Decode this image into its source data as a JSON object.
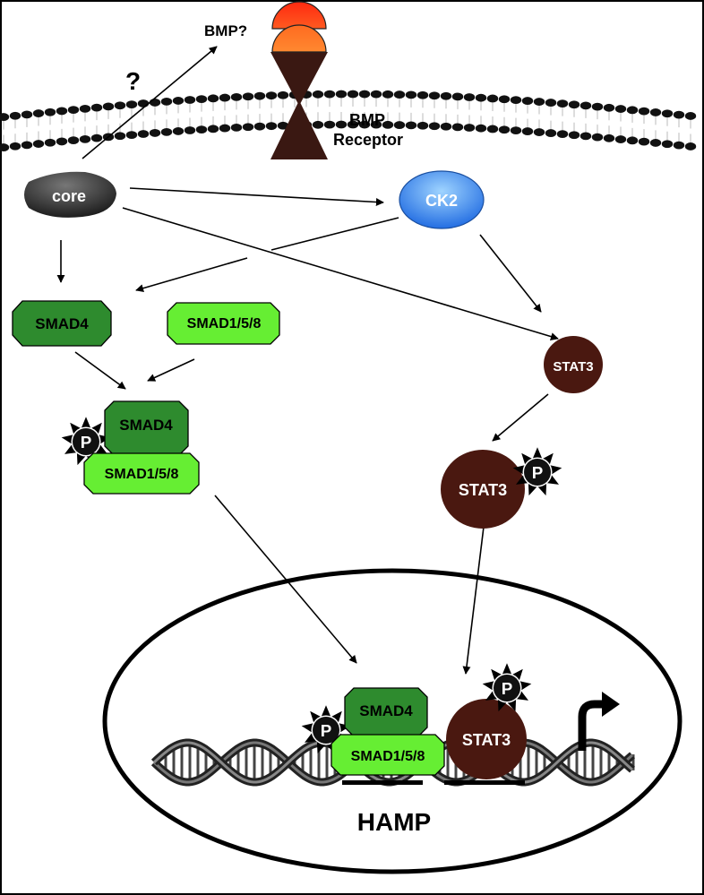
{
  "labels": {
    "bmp": "BMP?",
    "question": "?",
    "receptor_line1": "BMP",
    "receptor_line2": "Receptor",
    "core": "core",
    "ck2": "CK2",
    "smad4": "SMAD4",
    "smad158": "SMAD1/5/8",
    "stat3": "STAT3",
    "phospho": "P",
    "gene": "HAMP"
  },
  "colors": {
    "smad4_fill": "#2e8b2e",
    "smad158_fill": "#66ee33",
    "stat3_fill": "#4a1810",
    "ck2_fill": "#3399ff",
    "core_fill": "#222222",
    "receptor_fill": "#3a1812",
    "bmp_top": "#ff3010",
    "bmp_bottom": "#ff7020"
  }
}
